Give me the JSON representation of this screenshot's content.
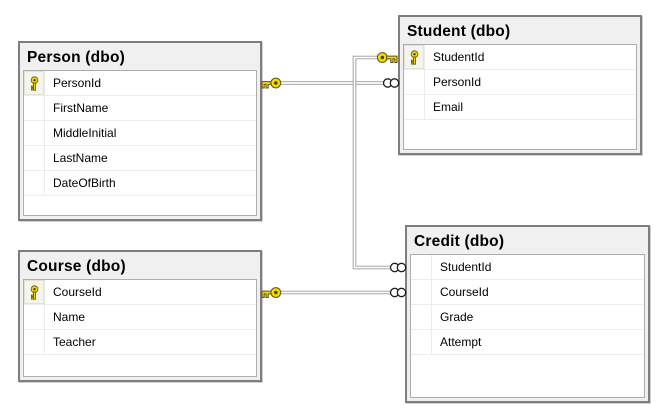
{
  "diagram": {
    "type": "database-er-diagram",
    "tables": [
      {
        "title": "Person (dbo)",
        "columns": [
          {
            "name": "PersonId",
            "primary_key": true
          },
          {
            "name": "FirstName",
            "primary_key": false
          },
          {
            "name": "MiddleInitial",
            "primary_key": false
          },
          {
            "name": "LastName",
            "primary_key": false
          },
          {
            "name": "DateOfBirth",
            "primary_key": false
          }
        ]
      },
      {
        "title": "Student (dbo)",
        "columns": [
          {
            "name": "StudentId",
            "primary_key": true
          },
          {
            "name": "PersonId",
            "primary_key": false
          },
          {
            "name": "Email",
            "primary_key": false
          }
        ]
      },
      {
        "title": "Course (dbo)",
        "columns": [
          {
            "name": "CourseId",
            "primary_key": true
          },
          {
            "name": "Name",
            "primary_key": false
          },
          {
            "name": "Teacher",
            "primary_key": false
          }
        ]
      },
      {
        "title": "Credit (dbo)",
        "columns": [
          {
            "name": "StudentId",
            "primary_key": false
          },
          {
            "name": "CourseId",
            "primary_key": false
          },
          {
            "name": "Grade",
            "primary_key": false
          },
          {
            "name": "Attempt",
            "primary_key": false
          }
        ]
      }
    ],
    "relationships": [
      {
        "one_side": "Person.PersonId",
        "many_side": "Student.PersonId",
        "one_end_symbol": "key",
        "many_end_symbol": "infinity"
      },
      {
        "one_side": "Student.StudentId",
        "many_side": "Credit.StudentId",
        "one_end_symbol": "key",
        "many_end_symbol": "infinity"
      },
      {
        "one_side": "Course.CourseId",
        "many_side": "Credit.CourseId",
        "one_end_symbol": "key",
        "many_end_symbol": "infinity"
      }
    ],
    "colors": {
      "canvas_background": "#ffffff",
      "table_background": "#f0f0f0",
      "table_border": "#7e7e7e",
      "grid_border": "#adadad",
      "row_separator": "#ececec",
      "connector_line": "#9b9b9b",
      "key_fill": "#f4d800",
      "key_outline": "#5b5410",
      "infinity_outline": "#1c1c1c"
    }
  }
}
